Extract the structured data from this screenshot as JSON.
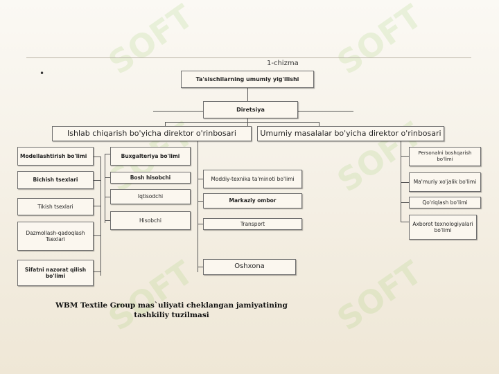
{
  "diagram_title": "1-chizma",
  "bullet": "•",
  "watermark": "SOFT",
  "top": {
    "assembly": "Ta'sischilarning umumiy yig'ilishi",
    "directorate": "Diretsiya"
  },
  "deputies": {
    "production": "Ishlab chiqarish bo'yicha direktor o'rinbosari",
    "general": "Umumiy masalalar bo'yicha  direktor o'rinbosari"
  },
  "left_column": [
    "Modellashtirish bo'limi",
    "Bichish tsexlari",
    "Tikish tsexlari",
    "Dazmollash-qadoqlash Tsexlari",
    "Sifatni nazorat qilish bo'limi"
  ],
  "accounting_column": [
    "Buxgalteriya bo'limi",
    "Bosh hisobchi",
    "Iqtisodchi",
    "Hisobchi"
  ],
  "middle_column": [
    "Moddiy-texnika ta'minoti bo'limi",
    "Markaziy ombor",
    "Transport",
    "Oshxona"
  ],
  "right_column": [
    "Personalni boshqarish bo'limi",
    "Ma'muriy xo'jalik bo'limi",
    "Qo'riqlash bo'limi",
    "Axborot texnologiyalari bo'limi"
  ],
  "caption": "WBM Textile Group mas`uliyati cheklangan jamiyatining tashkiliy tuzilmasi"
}
